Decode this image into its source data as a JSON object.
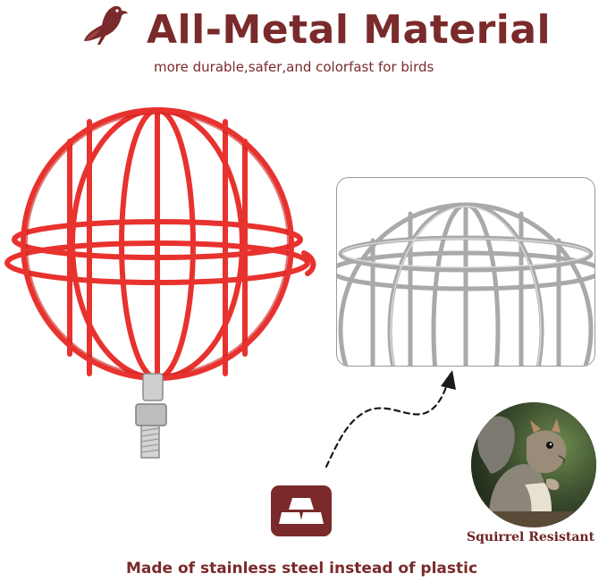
{
  "header": {
    "title": "All-Metal Material",
    "subtitle": "more durable,safer,and colorfast for birds"
  },
  "colors": {
    "brand": "#7a2a2a",
    "cage_red": "#e8322e",
    "steel": "#a9a9a9"
  },
  "icons": {
    "bird": "bird-icon",
    "gold_bars": "gold-bars-icon"
  },
  "feature": {
    "caption": "Made of stainless steel instead of plastic"
  },
  "squirrel": {
    "label": "Squirrel Resistant"
  }
}
